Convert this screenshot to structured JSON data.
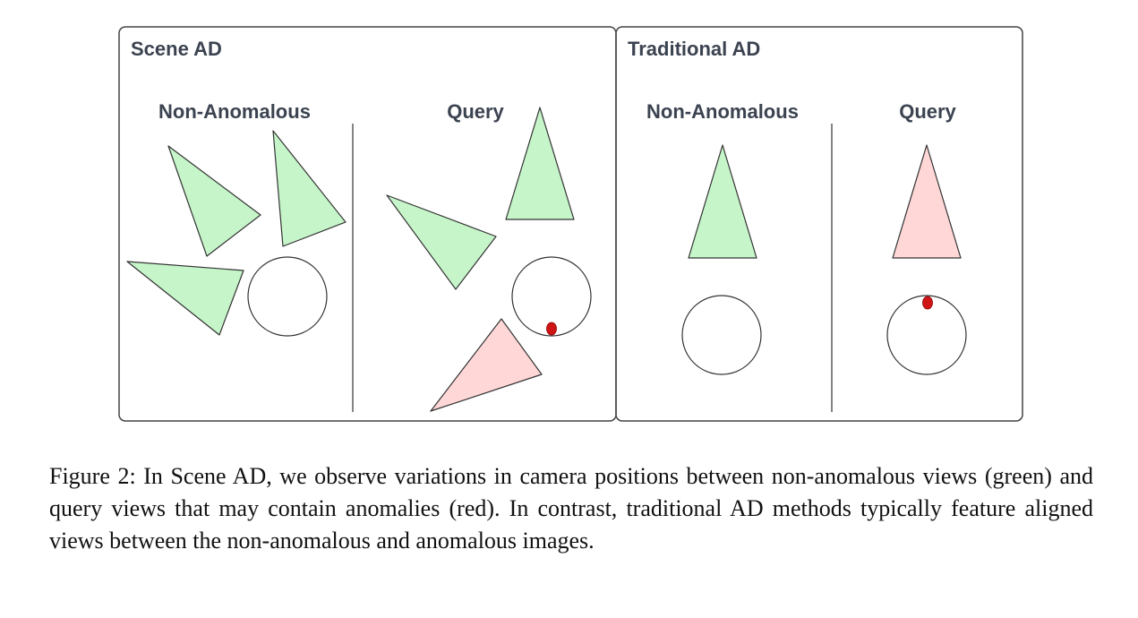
{
  "figure": {
    "panels": [
      {
        "title": "Scene AD",
        "left_label": "Non-Anomalous",
        "right_label": "Query"
      },
      {
        "title": "Traditional AD",
        "left_label": "Non-Anomalous",
        "right_label": "Query"
      }
    ],
    "colors": {
      "normal_fill": "#c6f5c9",
      "anomalous_fill": "#ffd7d7",
      "defect_dot": "#d01515",
      "outline": "#333333",
      "panel_border": "#444444"
    }
  },
  "caption": "Figure 2: In Scene AD, we observe variations in camera positions between non-anomalous views (green) and query views that may contain anomalies (red). In contrast, traditional AD methods typically feature aligned views between the non-anomalous and anomalous images."
}
